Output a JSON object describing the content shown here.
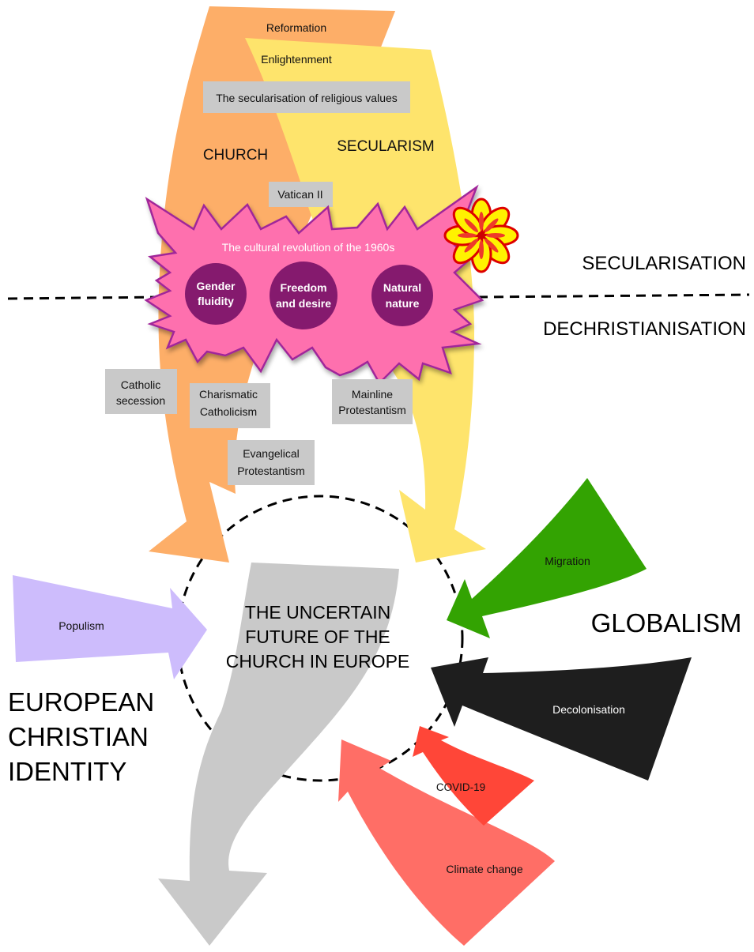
{
  "colors": {
    "church": "#fdae68",
    "secularism": "#fee46c",
    "star_fill": "#fe6fae",
    "star_stroke": "#a0289a",
    "circle_fill": "#851a6e",
    "box_fill": "#c9c9c9",
    "populism": "#cdbcfc",
    "migration": "#33a302",
    "decolonisation": "#1e1e1e",
    "covid": "#ff4638",
    "climate": "#ff6e66",
    "future": "#c9c9c9",
    "flower_petal": "#fff200",
    "flower_stroke": "#dd0000"
  },
  "flows": {
    "church_label": "CHURCH",
    "secularism_label": "SECULARISM"
  },
  "historical": {
    "reformation": "Reformation",
    "enlightenment": "Enlightenment",
    "secularisation_values": "The secularisation of religious values",
    "vatican2": "Vatican II"
  },
  "revolution": {
    "title": "The cultural revolution of the 1960s",
    "circles": [
      {
        "line1": "Gender",
        "line2": "fluidity"
      },
      {
        "line1": "Freedom",
        "line2": "and desire"
      },
      {
        "line1": "Natural",
        "line2": "nature"
      }
    ],
    "icon": "flower-icon"
  },
  "divider": {
    "above": "SECULARISATION",
    "below": "DECHRISTIANISATION"
  },
  "movements": [
    {
      "line1": "Catholic",
      "line2": "secession"
    },
    {
      "line1": "Charismatic",
      "line2": "Catholicism"
    },
    {
      "line1": "Evangelical",
      "line2": "Protestantism"
    },
    {
      "line1": "Mainline",
      "line2": "Protestantism"
    }
  ],
  "center": {
    "line1": "THE UNCERTAIN",
    "line2": "FUTURE OF THE",
    "line3": "CHURCH IN EUROPE"
  },
  "forces": {
    "populism": "Populism",
    "migration": "Migration",
    "decolonisation": "Decolonisation",
    "covid": "COVID-19",
    "climate": "Climate change"
  },
  "regions": {
    "european_identity": [
      "EUROPEAN",
      "CHRISTIAN",
      "IDENTITY"
    ],
    "globalism": "GLOBALISM"
  }
}
